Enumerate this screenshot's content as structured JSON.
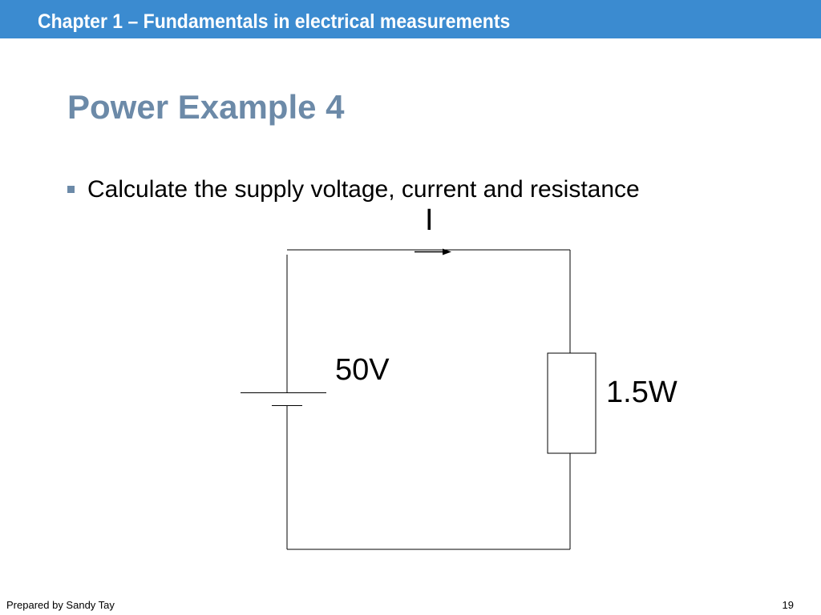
{
  "header": {
    "title": "Chapter 1 – Fundamentals in electrical measurements",
    "bar_color": "#3b8bd0"
  },
  "slide": {
    "title": "Power Example 4",
    "title_color": "#6c8aa8",
    "bullets": [
      "Calculate the supply voltage, current and resistance"
    ]
  },
  "circuit": {
    "current_label": "I",
    "source_label": "50V",
    "resistor_label": "1.5W",
    "components": [
      "battery",
      "resistor",
      "current-arrow"
    ]
  },
  "footer": {
    "author": "Prepared by Sandy Tay",
    "page_number": "19"
  }
}
